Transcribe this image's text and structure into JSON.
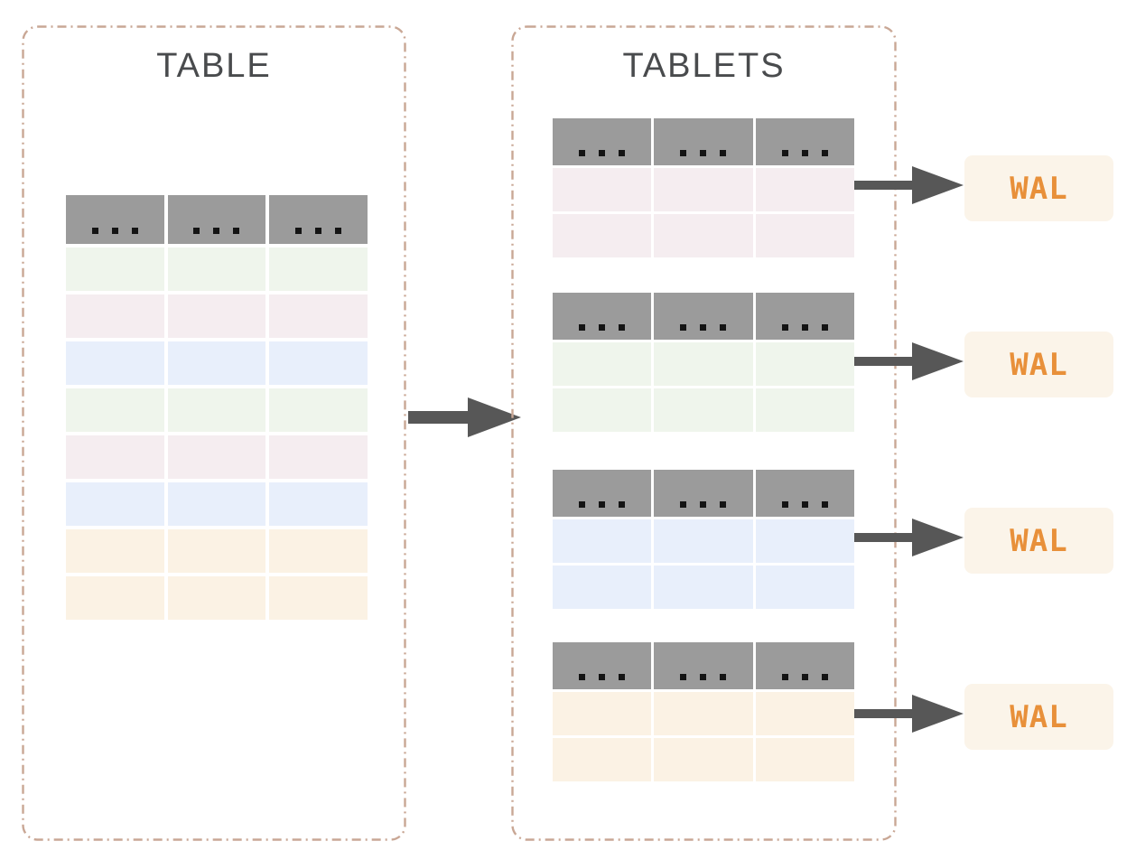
{
  "diagram": {
    "left_panel": {
      "title": "TABLE",
      "columns": 3,
      "header_dots_per_cell": 3,
      "row_colors": [
        "#eff5ec",
        "#f5edf0",
        "#e8effb",
        "#eff5ec",
        "#f5edf0",
        "#e8effb",
        "#fbf2e4",
        "#fbf2e4"
      ]
    },
    "right_panel": {
      "title": "TABLETS",
      "tablets": [
        {
          "row_color": "#f5edf0",
          "rows": 2,
          "wal_label": "WAL"
        },
        {
          "row_color": "#eff5ec",
          "rows": 2,
          "wal_label": "WAL"
        },
        {
          "row_color": "#e8effb",
          "rows": 2,
          "wal_label": "WAL"
        },
        {
          "row_color": "#fbf2e4",
          "rows": 2,
          "wal_label": "WAL"
        }
      ]
    },
    "colors": {
      "canvas_background": "#ffffff",
      "panel_border": "#c9a795",
      "title_text": "#494b4d",
      "table_header": "#9b9b9b",
      "header_dot": "#141414",
      "arrow": "#575757",
      "wal_background": "#fbf4e9",
      "wal_text": "#e8903a"
    }
  }
}
